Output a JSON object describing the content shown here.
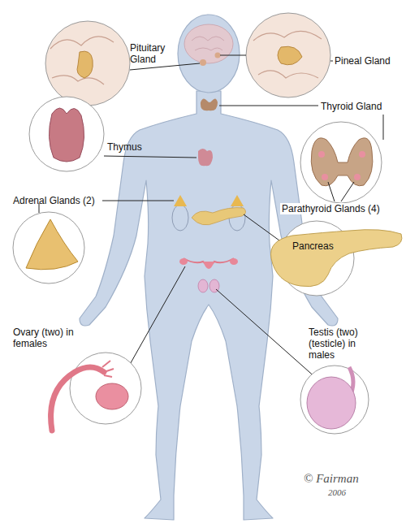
{
  "diagram": {
    "labels": [
      "Pituitary Gland",
      "Pineal Gland",
      "Thyroid Gland",
      "Thymus",
      "Parathyroid Glands (4)",
      "Adrenal Glands (2)",
      "Pancreas",
      "Ovary (two) in females",
      "Testis (two) (testicle) in males",
      "© Fairman",
      "2006"
    ]
  }
}
